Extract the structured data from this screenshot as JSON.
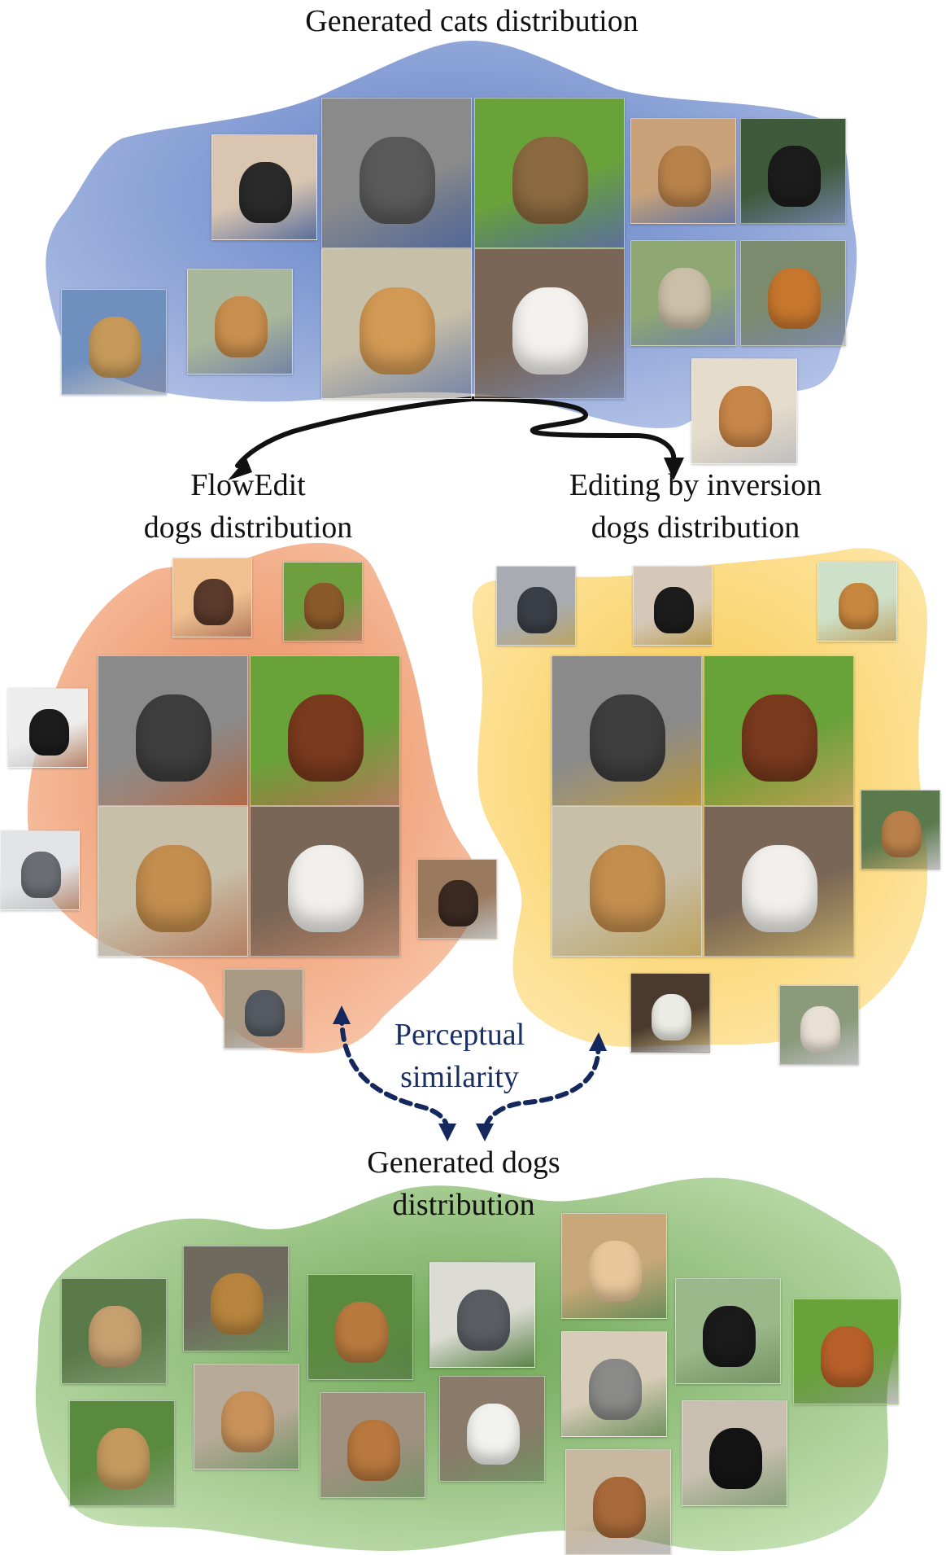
{
  "titles": {
    "cats": "Generated cats distribution",
    "flowedit_line1": "FlowEdit",
    "flowedit_line2": "dogs distribution",
    "inversion_line1": "Editing by inversion",
    "inversion_line2": "dogs distribution",
    "similarity_line1": "Perceptual",
    "similarity_line2": "similarity",
    "generated_dogs_line1": "Generated dogs",
    "generated_dogs_line2": "distribution"
  },
  "colors": {
    "cats_region": "#8fa6d6",
    "flowedit_region": "#f2a279",
    "inversion_region": "#fbd372",
    "generated_dogs_region": "#9ec987",
    "arrow_solid": "#111111",
    "arrow_dashed": "#14285e"
  }
}
